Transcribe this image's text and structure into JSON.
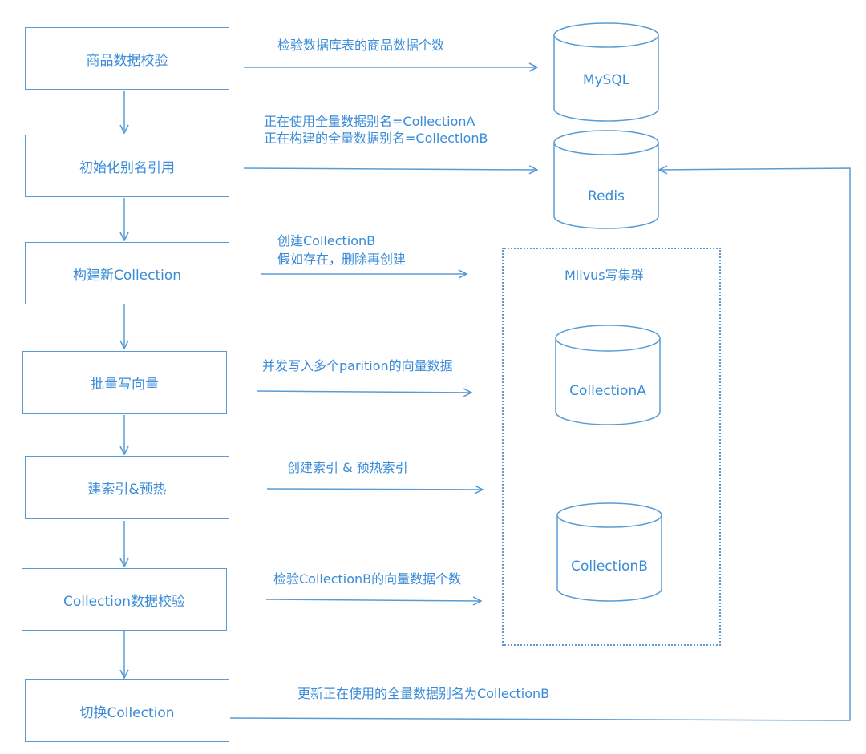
{
  "steps": [
    "商品数据校验",
    "初始化别名引用",
    "构建新Collection",
    "批量写向量",
    "建索引&预热",
    "Collection数据校验",
    "切换Collection"
  ],
  "edge_labels": {
    "check_mysql": "检验数据库表的商品数据个数",
    "alias_current": "正在使用全量数据别名=CollectionA",
    "alias_building": "正在构建的全量数据别名=CollectionB",
    "create_line1": "创建CollectionB",
    "create_line2": "假如存在，删除再创建",
    "write": "并发写入多个parition的向量数据",
    "index": "创建索引 & 预热索引",
    "verify": "检验CollectionB的向量数据个数",
    "switch": "更新正在使用的全量数据别名为CollectionB"
  },
  "stores": {
    "mysql": "MySQL",
    "redis": "Redis",
    "collection_a": "CollectionA",
    "collection_b": "CollectionB"
  },
  "cluster": {
    "title": "Milvus写集群"
  },
  "colors": {
    "line": "#5b9bd5",
    "text": "#3a8bd8"
  }
}
